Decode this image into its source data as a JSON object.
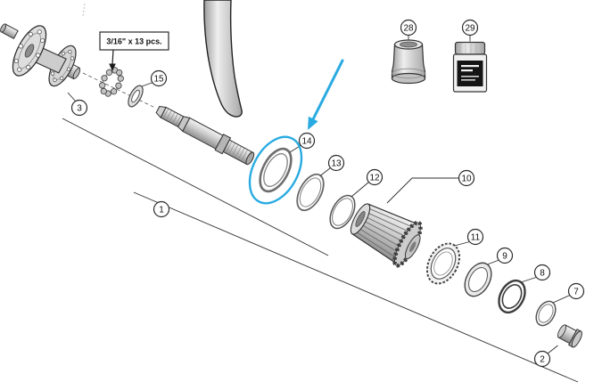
{
  "diagram": {
    "note_label": "3/16\" x 13 pcs.",
    "highlight_color": "#29abe2",
    "callouts": {
      "c1": "1",
      "c2": "2",
      "c3": "3",
      "c7": "7",
      "c8": "8",
      "c9": "9",
      "c10": "10",
      "c11": "11",
      "c12": "12",
      "c13": "13",
      "c14": "14",
      "c15": "15",
      "c28": "28",
      "c29": "29"
    }
  }
}
